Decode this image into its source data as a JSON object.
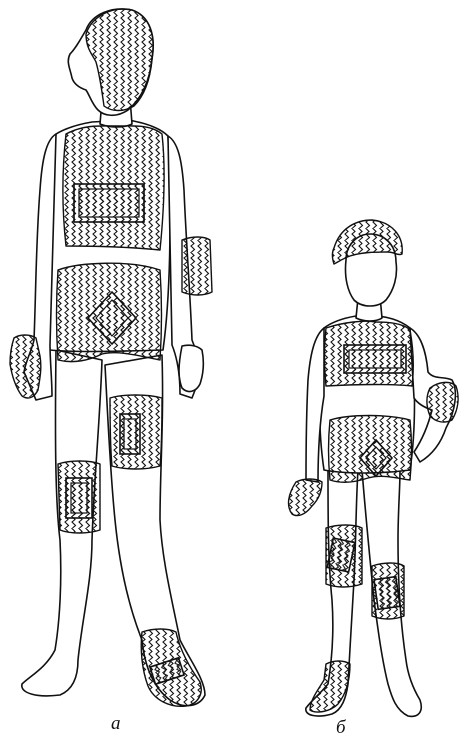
{
  "figure": {
    "panels": [
      {
        "id": "a",
        "label": "а"
      },
      {
        "id": "b",
        "label": "б"
      }
    ],
    "colors": {
      "ink": "#111111",
      "paper": "#ffffff"
    }
  }
}
